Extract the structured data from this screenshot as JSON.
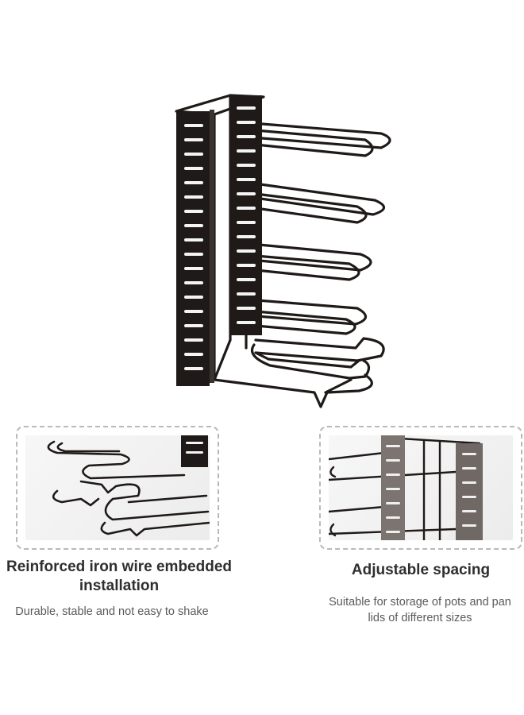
{
  "features": [
    {
      "title_lines": [
        "Reinforced iron wire embedded",
        "installation"
      ],
      "description_lines": [
        "Durable, stable and not easy to shake"
      ]
    },
    {
      "title_lines": [
        "Adjustable spacing"
      ],
      "description_lines": [
        "Suitable for storage of pots and pan",
        "lids of different sizes"
      ]
    }
  ],
  "colors": {
    "metal": "#1f1a18",
    "panel_border": "#b9b9b9",
    "title_text": "#2f2f2f",
    "body_text": "#5a5a5a"
  }
}
